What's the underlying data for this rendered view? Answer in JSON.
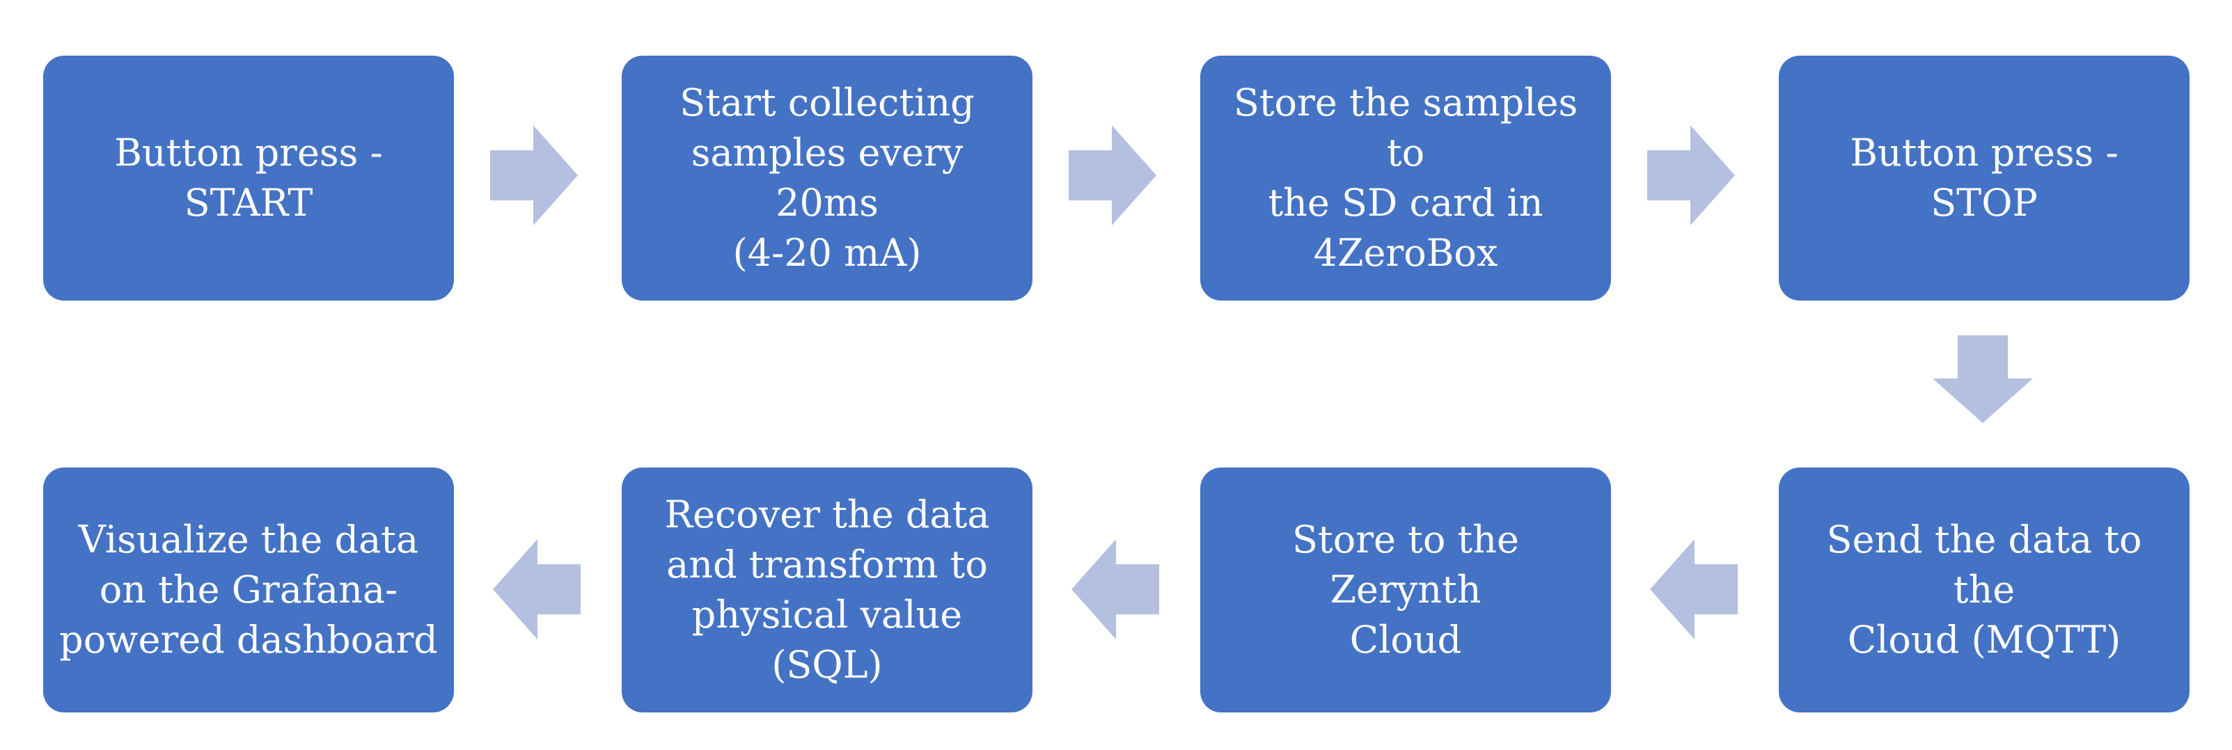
{
  "steps": [
    {
      "text": "Button press -\nSTART"
    },
    {
      "text": "Start collecting\nsamples every 20ms\n(4-20 mA)"
    },
    {
      "text": "Store the samples to\nthe SD card in\n4ZeroBox"
    },
    {
      "text": "Button press - STOP"
    },
    {
      "text": "Send the data to the\nCloud (MQTT)"
    },
    {
      "text": "Store to the Zerynth\nCloud"
    },
    {
      "text": "Recover the data\nand transform to\nphysical value\n(SQL)"
    },
    {
      "text": "Visualize the data\non the Grafana-\npowered dashboard"
    }
  ],
  "colors": {
    "box_fill": "#4472c4",
    "box_text": "#ffffff",
    "arrow_fill": "#b4c0df"
  },
  "arrows": [
    {
      "direction": "right"
    },
    {
      "direction": "right"
    },
    {
      "direction": "right"
    },
    {
      "direction": "down"
    },
    {
      "direction": "left"
    },
    {
      "direction": "left"
    },
    {
      "direction": "left"
    }
  ]
}
